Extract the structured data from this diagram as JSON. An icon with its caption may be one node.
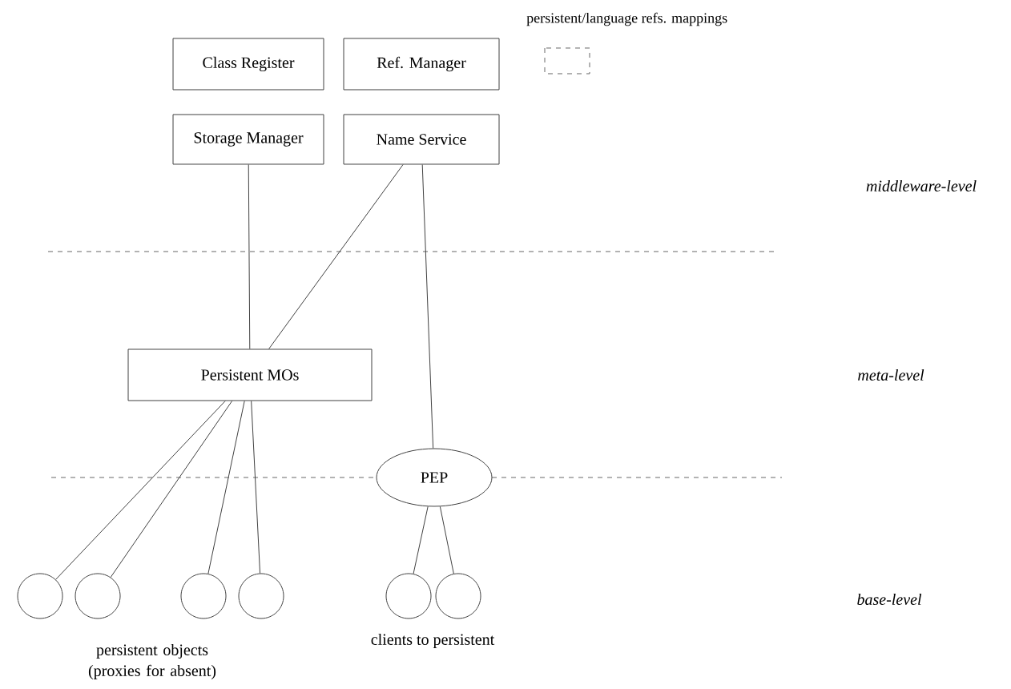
{
  "diagram": {
    "nodes": [
      {
        "text": [
          "Class Register"
        ]
      },
      {
        "text": [
          "Ref. Manager"
        ]
      },
      {
        "text": [
          "Storage Manager"
        ]
      },
      {
        "text": [
          "Name Service"
        ]
      },
      {
        "text": [
          "Persistent MOs"
        ]
      },
      {
        "text": [
          "PEP"
        ]
      },
      {
        "text": [],
        "shape": "circle"
      },
      {
        "text": [],
        "shape": "circle"
      },
      {
        "text": [],
        "shape": "circle"
      },
      {
        "text": [],
        "shape": "circle"
      },
      {
        "text": [],
        "shape": "circle"
      },
      {
        "text": [],
        "shape": "circle"
      }
    ],
    "edges": [
      {
        "from": 2,
        "to": 4,
        "arrow": "none"
      },
      {
        "from": 3,
        "to": 4,
        "arrow": "none"
      },
      {
        "from": 3,
        "to": 5,
        "arrow": "none"
      },
      {
        "from": 4,
        "to": 6,
        "arrow": "none"
      },
      {
        "from": 4,
        "to": 7,
        "arrow": "none"
      },
      {
        "from": 4,
        "to": 8,
        "arrow": "none"
      },
      {
        "from": 4,
        "to": 9,
        "arrow": "none"
      },
      {
        "from": 5,
        "to": 10,
        "arrow": "none"
      },
      {
        "from": 5,
        "to": 11,
        "arrow": "none"
      }
    ],
    "labels": [
      "middleware-level",
      "meta-level",
      "base-level",
      "persistent objects (proxies for absent)",
      "clients to persistent"
    ],
    "legend": [
      {
        "text": "persistent/language refs. mappings"
      }
    ]
  }
}
